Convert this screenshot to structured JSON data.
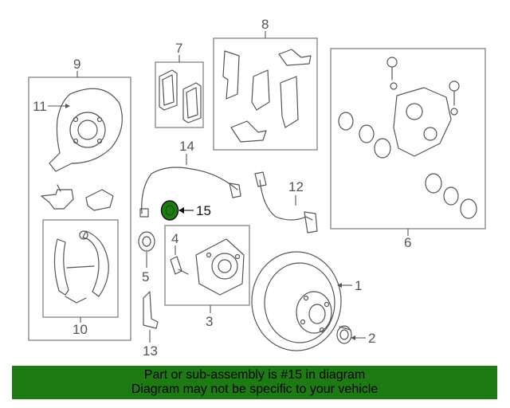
{
  "callouts": {
    "n1": "1",
    "n2": "2",
    "n3": "3",
    "n4": "4",
    "n5": "5",
    "n6": "6",
    "n7": "7",
    "n8": "8",
    "n9": "9",
    "n10": "10",
    "n11": "11",
    "n12": "12",
    "n13": "13",
    "n14": "14",
    "n15": "15"
  },
  "highlight": {
    "callout": "15",
    "color": "#1e7a12"
  },
  "banner": {
    "line1": "Part or sub-assembly is #15 in diagram",
    "line2": "Diagram may not be specific to your vehicle",
    "background": "#1e7a12"
  }
}
